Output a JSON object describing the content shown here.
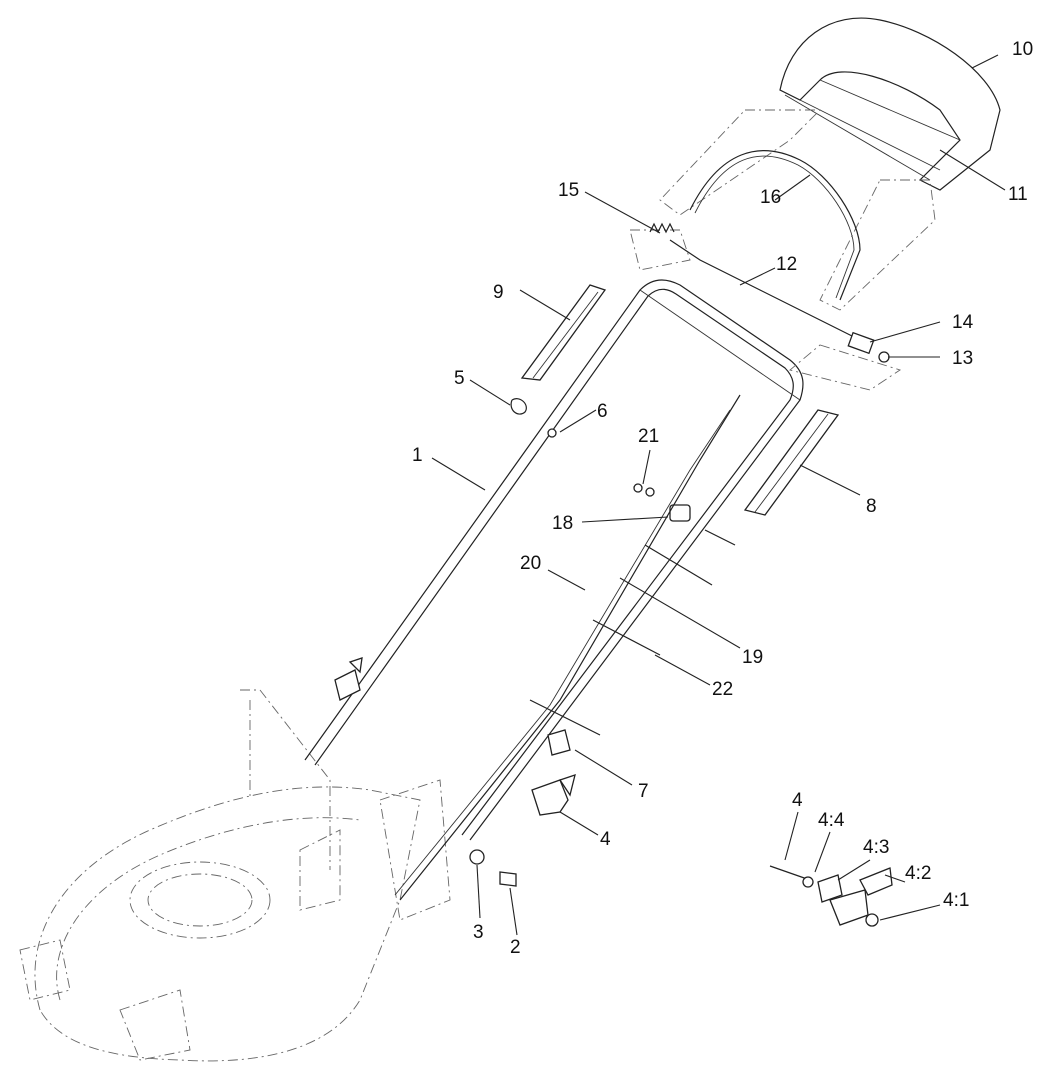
{
  "labels": {
    "p1": "1",
    "p2": "2",
    "p3": "3",
    "p4": "4",
    "p4b": "4",
    "p4_1": "4:1",
    "p4_2": "4:2",
    "p4_3": "4:3",
    "p4_4": "4:4",
    "p5": "5",
    "p6": "6",
    "p7": "7",
    "p8": "8",
    "p9": "9",
    "p10": "10",
    "p11": "11",
    "p12": "12",
    "p13": "13",
    "p14": "14",
    "p15": "15",
    "p16": "16",
    "p18": "18",
    "p19": "19",
    "p20": "20",
    "p21": "21",
    "p22": "22"
  }
}
